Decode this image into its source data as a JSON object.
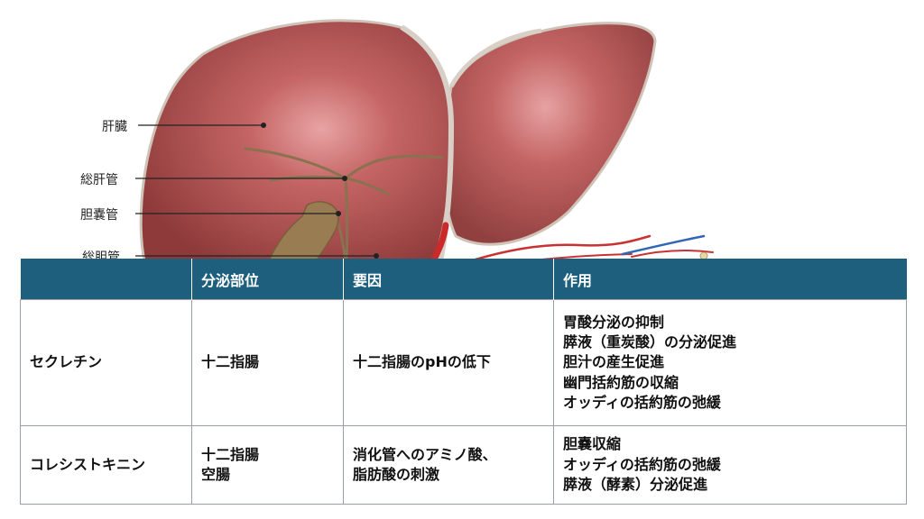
{
  "anatomy_labels": {
    "liver": "肝臓",
    "common_hepatic_duct": "総肝管",
    "cystic_duct": "胆嚢管",
    "common_bile_duct": "総胆管"
  },
  "table": {
    "headers": [
      "",
      "分泌部位",
      "要因",
      "作用"
    ],
    "rows": [
      {
        "hormone": "セクレチン",
        "site": [
          "十二指腸"
        ],
        "trigger": [
          "十二指腸のpHの低下"
        ],
        "effects": [
          "胃酸分泌の抑制",
          "膵液（重炭酸）の分泌促進",
          "胆汁の産生促進",
          "幽門括約筋の収縮",
          "オッディの括約筋の弛緩"
        ]
      },
      {
        "hormone": "コレシストキニン",
        "site": [
          "十二指腸",
          "空腸"
        ],
        "trigger": [
          "消化管へのアミノ酸、",
          "脂肪酸の刺激"
        ],
        "effects": [
          "胆嚢収縮",
          "オッディの括約筋の弛緩",
          "膵液（酵素）分泌促進"
        ]
      }
    ]
  },
  "colors": {
    "header_bg": "#1d5f7d",
    "liver": "#b34e4e",
    "bile_duct": "#8a7250"
  }
}
